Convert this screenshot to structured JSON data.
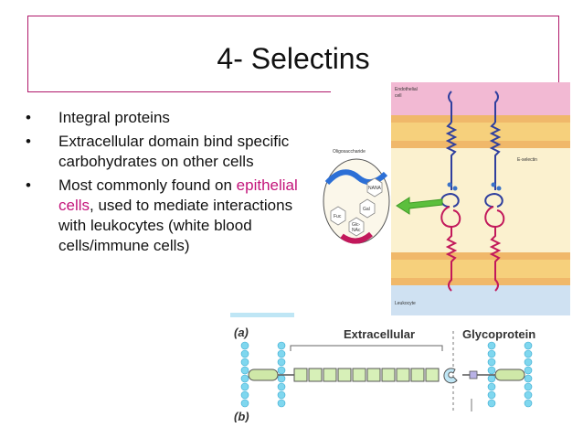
{
  "slide": {
    "title": "4- Selectins",
    "bullets": [
      {
        "before": "Integral proteins",
        "highlight": "",
        "after": ""
      },
      {
        "before": "Extracellular domain bind specific carbohydrates on other cells",
        "highlight": "",
        "after": ""
      },
      {
        "before": "Most commonly found on ",
        "highlight": "epithelial cells",
        "after": ", used to mediate interactions with leukocytes (white blood cells/immune cells)"
      }
    ],
    "bullet_glyph": "•",
    "highlight_color": "#c3147a",
    "accent_color": "#b0186a"
  },
  "figure_top": {
    "labels": {
      "endothelial": "Endothelial",
      "cell": "cell",
      "e_selectin": "E-selectin",
      "oligosaccharide": "Oligosaccharide",
      "nana": "NANA",
      "gal": "Gal",
      "fuc": "Fuc",
      "glcnac_1": "Glc-",
      "glcnac_2": "NAc",
      "leukocyte": "Leukocyte"
    }
  },
  "figure_bottom": {
    "labels": {
      "panel_a": "(a)",
      "panel_b": "(b)",
      "extracellular": "Extracellular",
      "glycoprotein": "Glycoprotein"
    }
  }
}
